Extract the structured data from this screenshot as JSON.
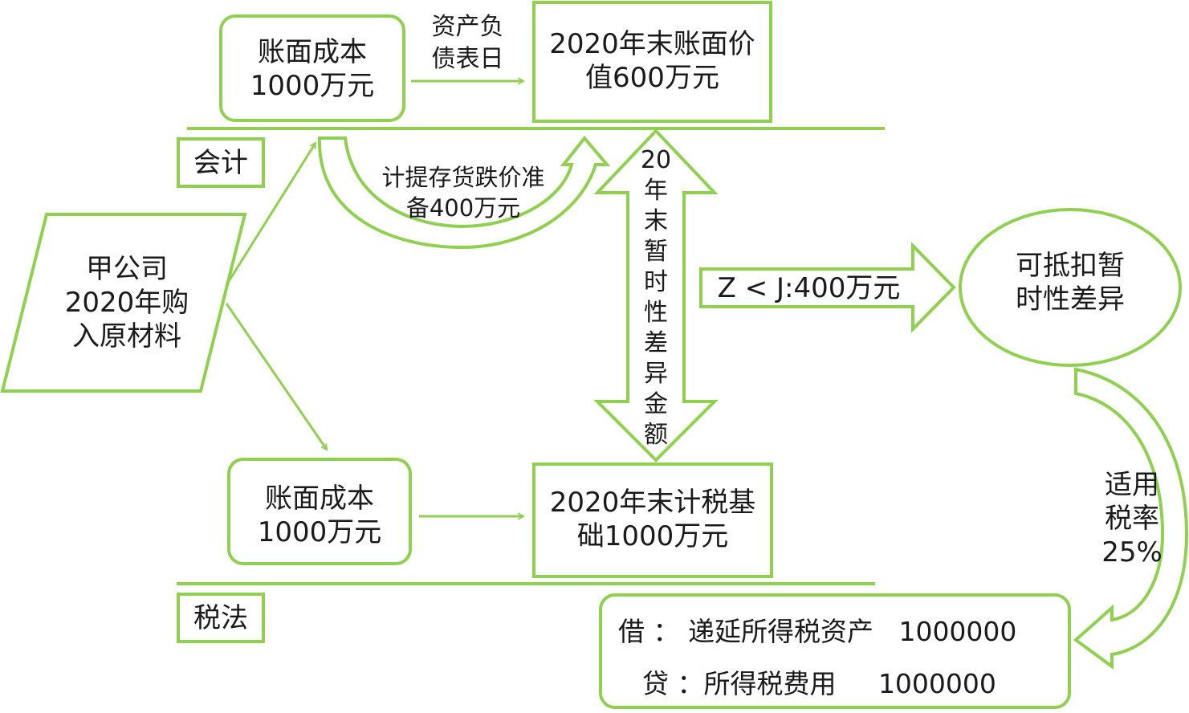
{
  "colors": {
    "stroke": "#8fd14f",
    "text": "#1a1a1a",
    "background": "#ffffff"
  },
  "source": {
    "line1": "甲公司",
    "line2": "2020年购",
    "line3": "入原材料"
  },
  "accounting": {
    "section_label": "会计",
    "cost_box": {
      "line1": "账面成本",
      "line2": "1000万元"
    },
    "arrow_label": {
      "line1": "资产负",
      "line2": "债表日"
    },
    "value_box": {
      "line1": "2020年末账面价",
      "line2": "值600万元"
    },
    "provision_label": {
      "line1": "计提存货跌价准",
      "line2": "备400万元"
    }
  },
  "tax": {
    "section_label": "税法",
    "cost_box": {
      "line1": "账面成本",
      "line2": "1000万元"
    },
    "base_box": {
      "line1": "2020年末计税基",
      "line2": "础1000万元"
    }
  },
  "difference_arrow_chars": [
    "20",
    "年",
    "末",
    "暂",
    "时",
    "性",
    "差",
    "异",
    "金",
    "额"
  ],
  "comparison_label": "Z < J:400万元",
  "result_ellipse": {
    "line1": "可抵扣暂",
    "line2": "时性差异"
  },
  "rate_label": {
    "line1": "适用",
    "line2": "税率",
    "line3": "25%"
  },
  "journal": {
    "debit_line": "借 ： 递延所得税资产   1000000",
    "credit_line": "贷 ：所得税费用     1000000"
  }
}
